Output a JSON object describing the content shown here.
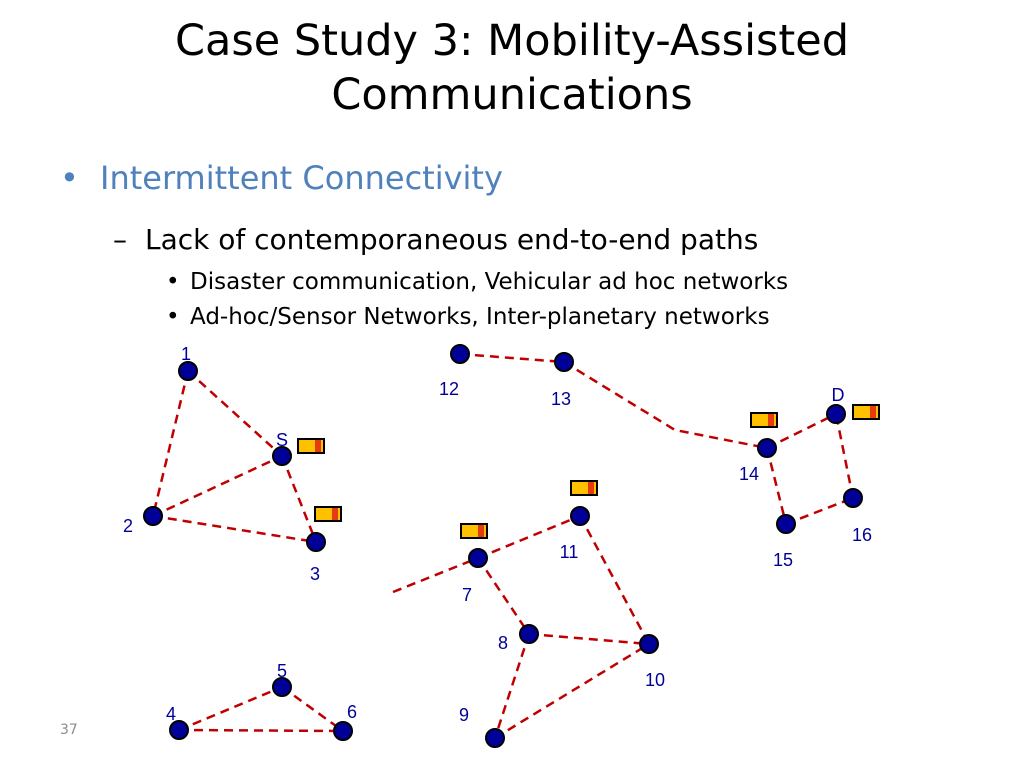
{
  "title": {
    "line1": "Case Study 3: Mobility-Assisted",
    "line2": "Communications"
  },
  "bullets": {
    "level1": "Intermittent Connectivity",
    "level2": "Lack of contemporaneous end-to-end paths",
    "level3": [
      "Disaster communication, Vehicular ad hoc networks",
      "Ad-hoc/Sensor Networks, Inter-planetary networks"
    ],
    "marks": {
      "level1": "•",
      "level2": "–",
      "level3": "•"
    }
  },
  "page_number": "37",
  "colors": {
    "accent": "#4F81BD",
    "node_fill": "#000099",
    "link": "#C00000",
    "label": "#000099",
    "battery_fill": "#FFC000",
    "battery_tip": "#E53B0E"
  },
  "diagram": {
    "nodes": [
      {
        "id": "1",
        "label": "1"
      },
      {
        "id": "S",
        "label": "S"
      },
      {
        "id": "2",
        "label": "2"
      },
      {
        "id": "3",
        "label": "3"
      },
      {
        "id": "4",
        "label": "4"
      },
      {
        "id": "5",
        "label": "5"
      },
      {
        "id": "6",
        "label": "6"
      },
      {
        "id": "7",
        "label": "7"
      },
      {
        "id": "8",
        "label": "8"
      },
      {
        "id": "9",
        "label": "9"
      },
      {
        "id": "10",
        "label": "10"
      },
      {
        "id": "11",
        "label": "11"
      },
      {
        "id": "12",
        "label": "12"
      },
      {
        "id": "13",
        "label": "13"
      },
      {
        "id": "14",
        "label": "14"
      },
      {
        "id": "15",
        "label": "15"
      },
      {
        "id": "16",
        "label": "16"
      },
      {
        "id": "D",
        "label": "D"
      }
    ],
    "edges": [
      [
        "1",
        "S"
      ],
      [
        "1",
        "2"
      ],
      [
        "2",
        "S"
      ],
      [
        "2",
        "3"
      ],
      [
        "S",
        "3"
      ],
      [
        "4",
        "5"
      ],
      [
        "5",
        "6"
      ],
      [
        "4",
        "6"
      ],
      [
        "7",
        "11"
      ],
      [
        "7",
        "8"
      ],
      [
        "11",
        "10"
      ],
      [
        "8",
        "10"
      ],
      [
        "8",
        "9"
      ],
      [
        "9",
        "10"
      ],
      [
        "12",
        "13"
      ],
      [
        "14",
        "D"
      ],
      [
        "14",
        "15"
      ],
      [
        "15",
        "16"
      ],
      [
        "16",
        "D"
      ]
    ],
    "batteries": [
      "S",
      "3",
      "7",
      "11",
      "14",
      "D"
    ]
  }
}
